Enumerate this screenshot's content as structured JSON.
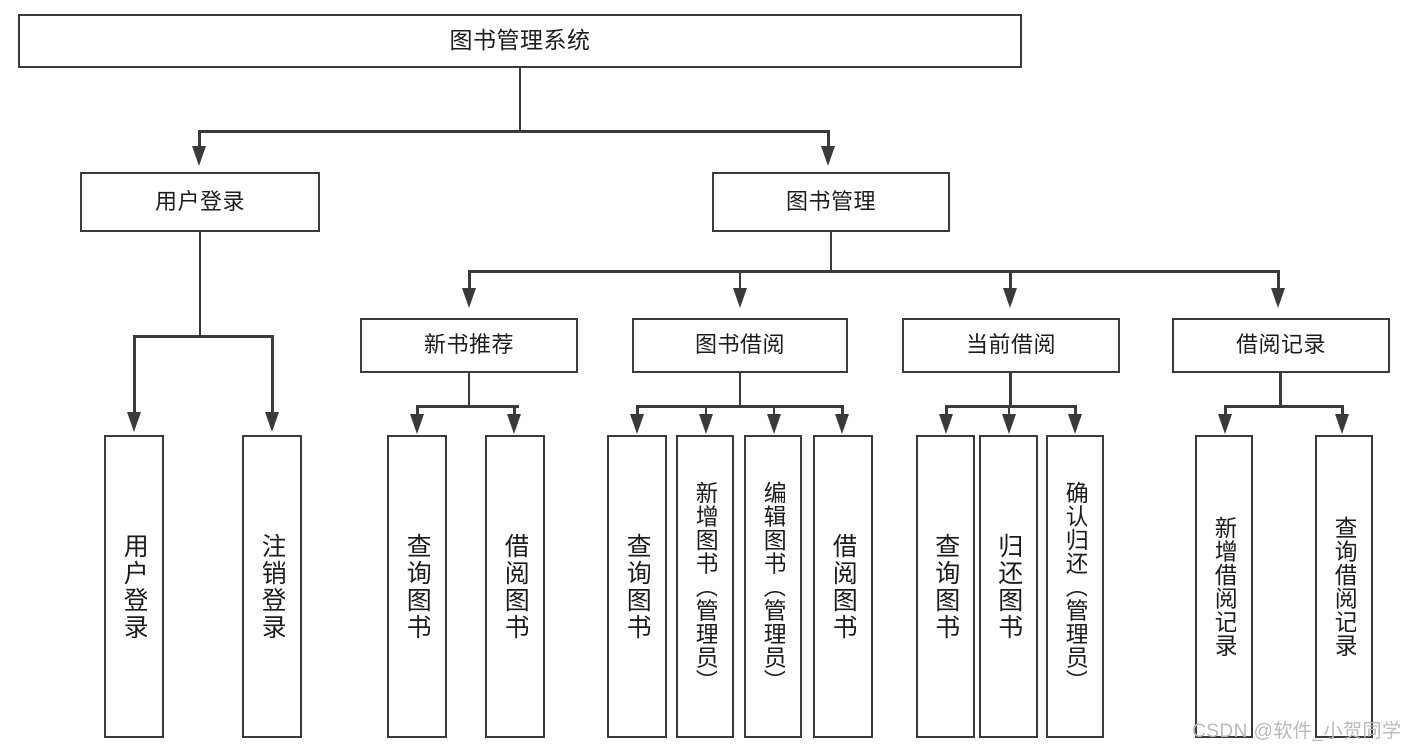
{
  "diagram": {
    "title": "图书管理系统",
    "type": "tree-hierarchy-diagram",
    "colors": {
      "stroke": "#3a3a3a",
      "fill": "#ffffff",
      "text": "#1c1c1c",
      "watermark": "#b9b9b9"
    },
    "root": {
      "label": "图书管理系统"
    },
    "level1": [
      {
        "label": "用户登录"
      },
      {
        "label": "图书管理"
      }
    ],
    "level2": [
      {
        "label": "新书推荐"
      },
      {
        "label": "图书借阅"
      },
      {
        "label": "当前借阅"
      },
      {
        "label": "借阅记录"
      }
    ],
    "leaves": {
      "user_login": [
        {
          "label": "用户登录"
        },
        {
          "label": "注销登录"
        }
      ],
      "new_book_recommend": [
        {
          "label": "查询图书"
        },
        {
          "label": "借阅图书"
        }
      ],
      "book_borrow": [
        {
          "label": "查询图书"
        },
        {
          "label": "新增图书（管理员）"
        },
        {
          "label": "编辑图书（管理员）"
        },
        {
          "label": "借阅图书"
        }
      ],
      "current_borrow": [
        {
          "label": "查询图书"
        },
        {
          "label": "归还图书"
        },
        {
          "label": "确认归还（管理员）"
        }
      ],
      "borrow_record": [
        {
          "label": "新增借阅记录"
        },
        {
          "label": "查询借阅记录"
        }
      ]
    },
    "watermark": "CSDN @软件_小贺同学"
  }
}
